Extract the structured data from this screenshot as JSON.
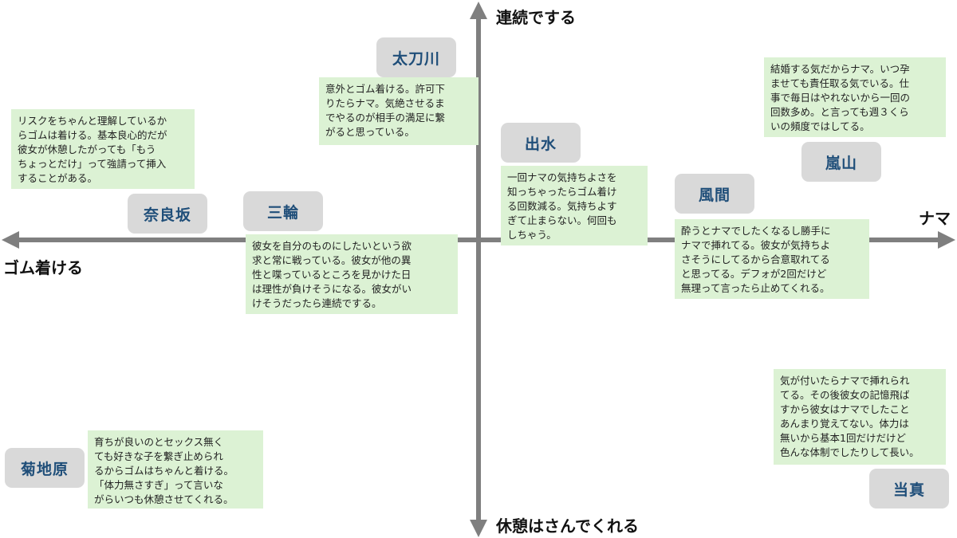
{
  "axes": {
    "top": "連続でする",
    "bottom": "休憩はさんでくれる",
    "left": "ゴム着ける",
    "right": "ナマ"
  },
  "characters": [
    {
      "name": "太刀川",
      "note": "意外とゴム着ける。許可下\nりたらナマ。気絶させるま\nでやるのが相手の満足に繋\nがると思っている。"
    },
    {
      "name": "嵐山",
      "note": "結婚する気だからナマ。いつ孕\nませても責任取る気でいる。仕\n事で毎日はやれないから一回の\n回数多め。と言っても週３くら\nいの頻度ではしてる。"
    },
    {
      "name": "奈良坂",
      "note": "リスクをちゃんと理解しているか\nらゴムは着ける。基本良心的だが\n彼女が休憩したがっても「もう\nちょっとだけ」って強請って挿入\nすることがある。"
    },
    {
      "name": "出水",
      "note": "一回ナマの気持ちよさを\n知っちゃったらゴム着け\nる回数減る。気持ちよす\nぎて止まらない。何回も\nしちゃう。"
    },
    {
      "name": "風間",
      "note": "酔うとナマでしたくなるし勝手に\nナマで挿れてる。彼女が気持ちよ\nさそうにしてるから合意取れてる\nと思ってる。デフォが2回だけど\n無理って言ったら止めてくれる。"
    },
    {
      "name": "三輪",
      "note": "彼女を自分のものにしたいという欲\n求と常に戦っている。彼女が他の異\n性と喋っているところを見かけた日\nは理性が負けそうになる。彼女がい\nけそうだったら連続でする。"
    },
    {
      "name": "当真",
      "note": "気が付いたらナマで挿れられ\nてる。その後彼女の記憶飛ば\nすから彼女はナマでしたこと\nあんまり覚えてない。体力は\n無いから基本1回だけだけど\n色んな体制でしたりして長い。"
    },
    {
      "name": "菊地原",
      "note": "育ちが良いのとセックス無く\nても好きな子を繋ぎ止められ\nるからゴムはちゃんと着ける。\n「体力無さすぎ」って言いな\nがらいつも休憩させてくれる。"
    }
  ],
  "colors": {
    "axis": "#7f7f7f",
    "name_box": "#d9d9d9",
    "name_text": "#1f4e79",
    "note_bg": "#dcf2d4"
  }
}
